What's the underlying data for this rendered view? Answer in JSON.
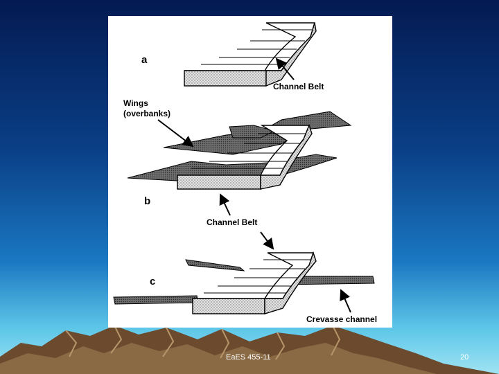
{
  "figure": {
    "panels": [
      {
        "letter": "a",
        "caption": "Channel Belt"
      },
      {
        "letter": "b",
        "caption": "Channel Belt",
        "wings_label": "Wings",
        "wings_sublabel": "(overbanks)"
      },
      {
        "letter": "c",
        "caption": "Crevasse channel"
      }
    ]
  },
  "footer": {
    "course": "EaES 455-11",
    "page": "20"
  },
  "colors": {
    "background_top": "#041a52",
    "background_bottom": "#9fe3f3",
    "mountain": "#7a5a3a",
    "panel": "#ffffff"
  }
}
